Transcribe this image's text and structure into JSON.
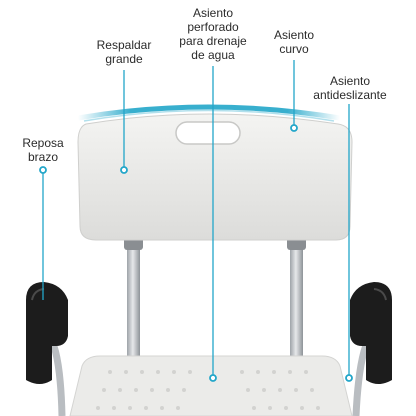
{
  "labels": {
    "respaldar": "Respaldar\ngrande",
    "perforado": "Asiento\nperforado\npara drenaje\nde agua",
    "curvo": "Asiento\ncurvo",
    "antideslizante": "Asiento\nantideslizante",
    "reposa": "Reposa\nbrazo"
  },
  "colors": {
    "accent": "#22a6c9",
    "seat": "#ebebe9",
    "pad": "#1c1c1c",
    "metal": "#c9ccd0",
    "text": "#2b2b2b"
  }
}
